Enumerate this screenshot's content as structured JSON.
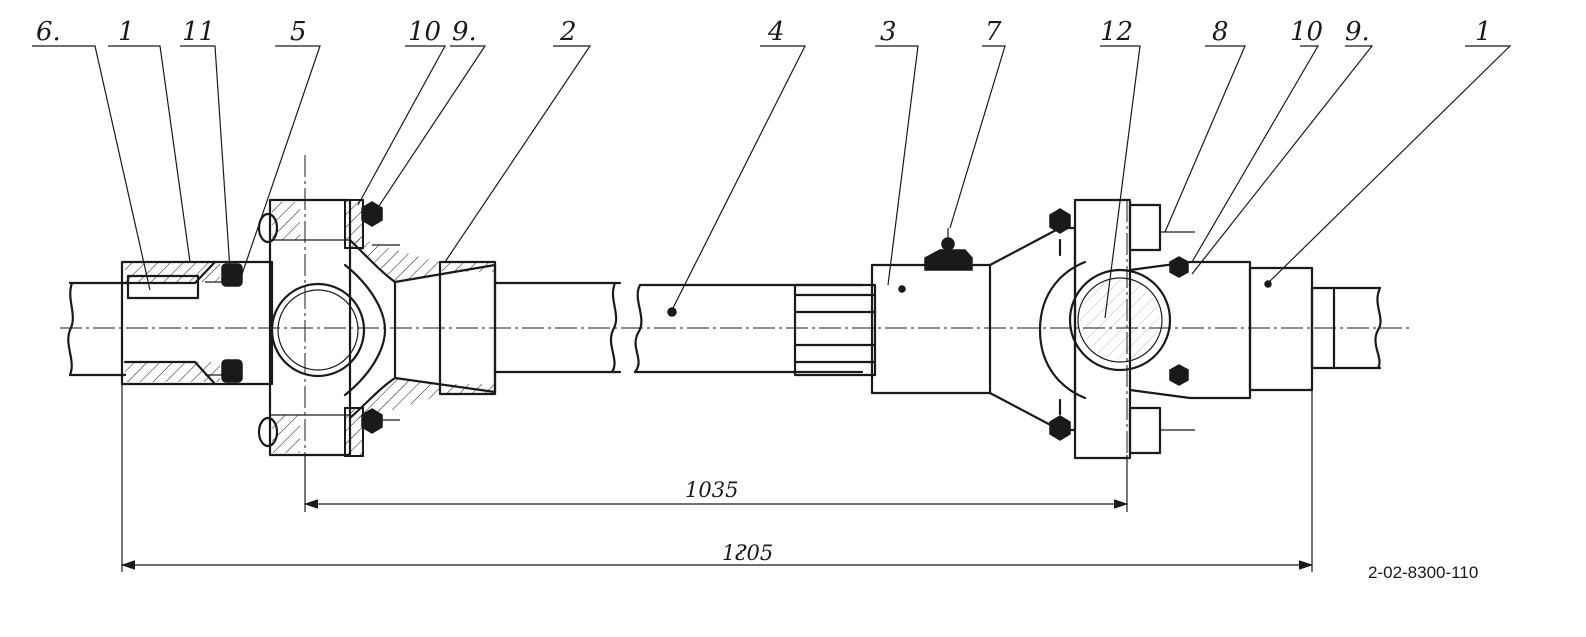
{
  "callouts": [
    {
      "label": "6."
    },
    {
      "label": "1"
    },
    {
      "label": "11"
    },
    {
      "label": "5"
    },
    {
      "label": "10"
    },
    {
      "label": "9."
    },
    {
      "label": "2"
    },
    {
      "label": "4"
    },
    {
      "label": "3"
    },
    {
      "label": "7"
    },
    {
      "label": "12"
    },
    {
      "label": "8"
    },
    {
      "label": "10"
    },
    {
      "label": "9."
    },
    {
      "label": "1"
    }
  ],
  "dimensions": {
    "inner": "1035",
    "outer": "1ᴤ05"
  },
  "drawing_number": "2-02-8300-110"
}
